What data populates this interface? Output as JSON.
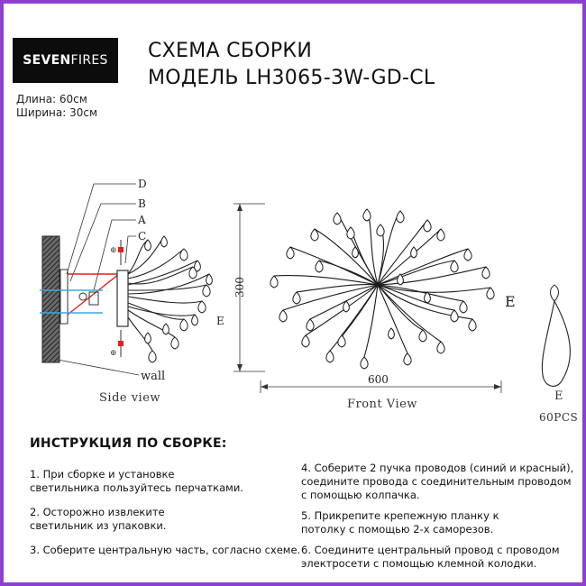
{
  "brand": {
    "bold": "SEVEN",
    "light": "FIRES"
  },
  "title": {
    "line1": "СХЕМА СБОРКИ",
    "line2": "МОДЕЛЬ LH3065-3W-GD-CL"
  },
  "dimensions": {
    "length": "Длина: 60см",
    "width": "Ширина: 30см"
  },
  "side_view": {
    "labels": {
      "d": "D",
      "b": "B",
      "a": "A",
      "c": "C",
      "e": "E",
      "wall": "wall"
    },
    "caption": "Side view"
  },
  "front_view": {
    "height": "300",
    "width": "600",
    "e": "E",
    "caption": "Front View"
  },
  "part": {
    "e": "E",
    "count": "60PCS"
  },
  "instructions": {
    "title": "ИНСТРУКЦИЯ ПО СБОРКЕ:",
    "steps": [
      {
        "line1": "1. При сборке и установке",
        "line2": "светильника пользуйтесь перчатками."
      },
      {
        "line1": "2. Осторожно извлеките",
        "line2": "светильник из упаковки."
      },
      {
        "line1": "3. Соберите центральную часть, согласно схеме."
      },
      {
        "line1": "4. Соберите 2 пучка проводов (синий и красный),",
        "line2": "соедините провода с соединительным проводом",
        "line3": "с помощью колпачка."
      },
      {
        "line1": "5. Прикрепите крепежную планку к",
        "line2": "потолку с помощью 2-х саморезов."
      },
      {
        "line1": "6. Соедините центральный провод с проводом",
        "line2": "электросети с помощью клемной колодки."
      }
    ]
  },
  "colors": {
    "frame": "#8c3fd1",
    "logo_bg": "#0c0c0c",
    "red_line": "#e0211a",
    "blue_line": "#3aa9e0"
  },
  "icons": [
    "chandelier-side-icon",
    "chandelier-front-icon",
    "glass-drop-icon",
    "wall-mount-icon"
  ]
}
